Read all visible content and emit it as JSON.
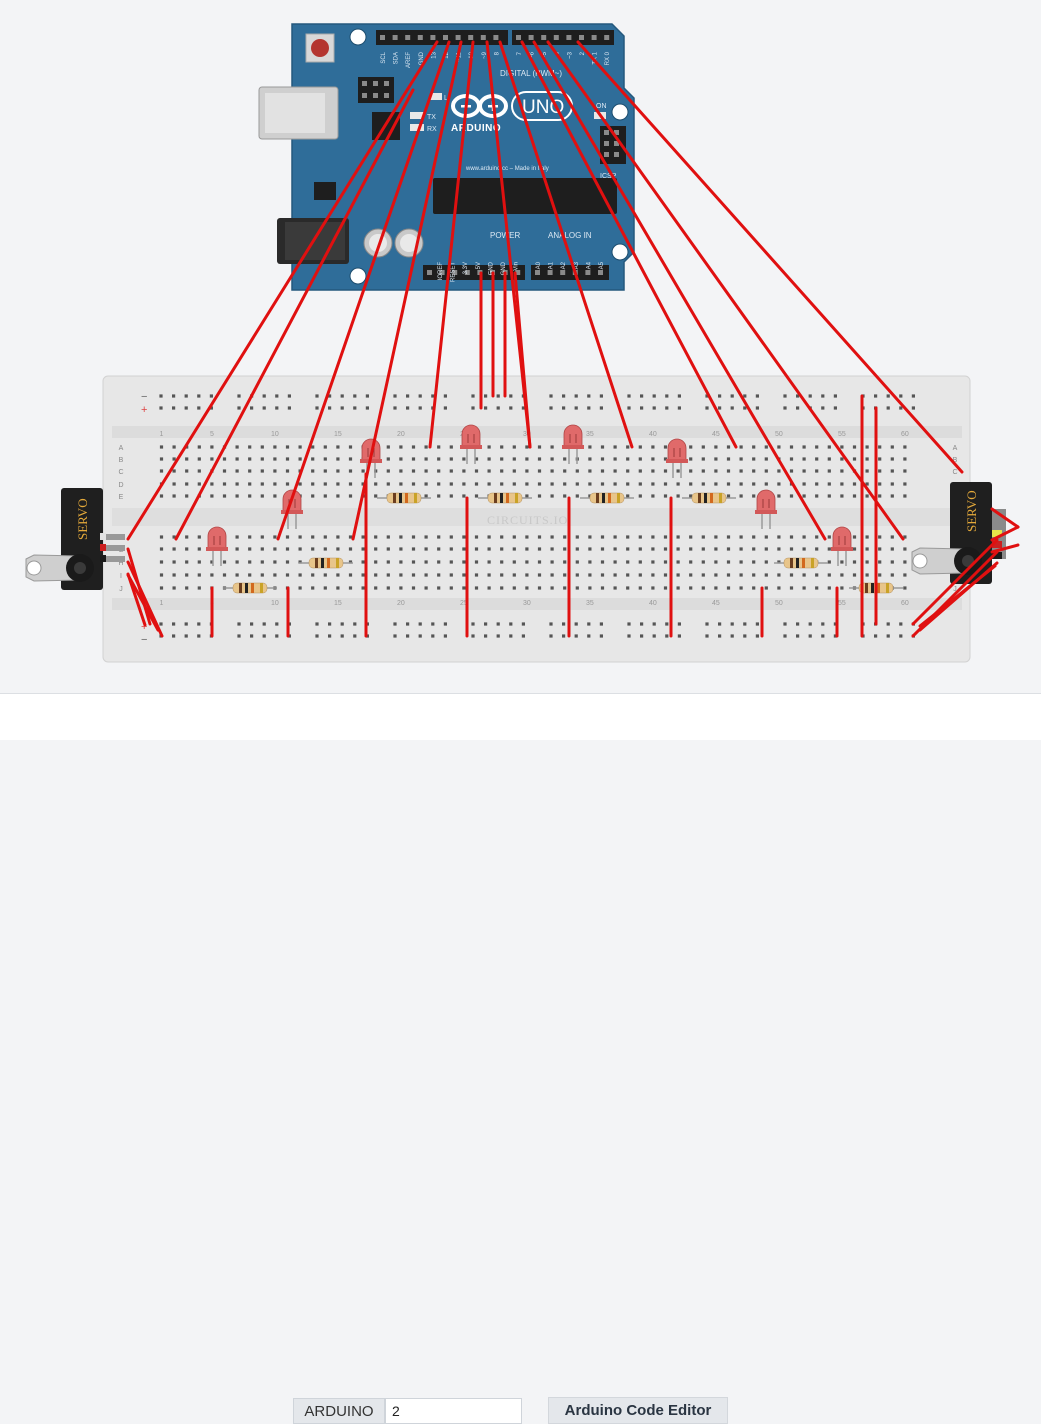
{
  "board": {
    "name": "ARDUINO",
    "model": "UNO",
    "url_text": "www.arduino.cc – Made in Italy",
    "header_power": "POWER",
    "header_analog": "ANALOG IN",
    "header_digital": "DIGITAL (PWM~)",
    "pin_labels_power": [
      "IOREF",
      "RESET",
      "3.3V",
      "5V",
      "GND",
      "GND",
      "Vin"
    ],
    "pin_labels_analog": [
      "A0",
      "A1",
      "A2",
      "A3",
      "A4",
      "A5"
    ],
    "pin_labels_top": [
      "SCL",
      "SDA",
      "AREF",
      "GND",
      "13",
      "12",
      "~11",
      "~10",
      "~9",
      "8",
      "7",
      "~6",
      "~5",
      "4",
      "~3",
      "2",
      "TX 1",
      "RX 0"
    ],
    "led_labels": [
      "L",
      "TX",
      "RX"
    ],
    "on_label": "ON",
    "icsp_label": "ICSP"
  },
  "breadboard": {
    "watermark": "CIRCUITS.IO",
    "row_letters_top": [
      "A",
      "B",
      "C",
      "D",
      "E"
    ],
    "row_letters_bottom": [
      "F",
      "G",
      "H",
      "I",
      "J"
    ],
    "column_numbers": [
      "1",
      "5",
      "10",
      "15",
      "20",
      "25",
      "30",
      "35",
      "40",
      "45",
      "50",
      "55",
      "60"
    ],
    "rail_minus": "−",
    "rail_plus": "+"
  },
  "servos": {
    "left_label": "SERVO",
    "right_label": "SERVO"
  },
  "footer": {
    "device_label": "ARDUINO",
    "device_value": "2",
    "code_editor_label": "Arduino Code Editor"
  },
  "colors": {
    "wire": "#e01010",
    "board": "#2f6d99",
    "breadboard": "#e7e7e7",
    "led": "#e06a6a",
    "footer_button": "#e4e7eb"
  }
}
